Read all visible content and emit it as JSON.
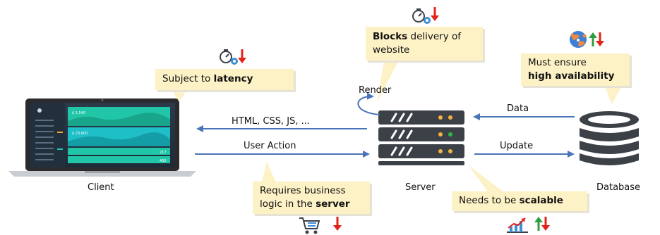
{
  "nodes": {
    "client": "Client",
    "server": "Server",
    "database": "Database"
  },
  "edges": {
    "html": "HTML, CSS, JS, ...",
    "user_action": "User Action",
    "data": "Data",
    "update": "Update",
    "render": "Render"
  },
  "notes": {
    "latency": {
      "pre": "Subject to ",
      "bold": "latency",
      "post": ""
    },
    "blocks": {
      "bold": "Blocks",
      "post": " delivery of",
      "line2": "website"
    },
    "availability": {
      "line1": "Must ensure",
      "bold": "high availability"
    },
    "business": {
      "line1": "Requires business",
      "pre": "logic in the ",
      "bold": "server"
    },
    "scalable": {
      "pre": "Needs to be ",
      "bold": "scalable"
    }
  },
  "laptop_screen": {
    "card1_value": "$ 1,540",
    "card2_value": "$ 23,600",
    "row1_value": "217",
    "row2_value": "400"
  },
  "icons": [
    "stopwatch-gear-icon",
    "globe-network-icon",
    "shopping-cart-icon",
    "growth-chart-icon"
  ],
  "colors": {
    "arrow": "#4a74b8",
    "note_bg": "#fdf1c6",
    "server": "#3c4148",
    "database": "#3c4148",
    "down_arrow": "#e2231a",
    "up_arrow": "#2e9e3e"
  }
}
